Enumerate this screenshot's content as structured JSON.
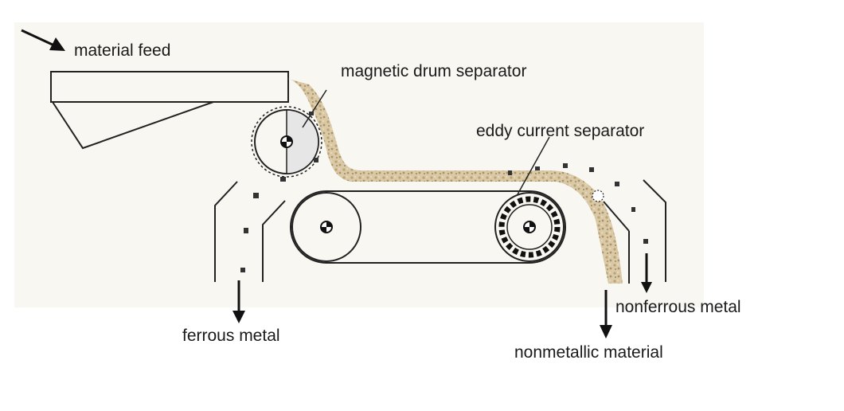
{
  "labels": {
    "material_feed": "material feed",
    "magnetic_drum_separator": "magnetic drum separator",
    "eddy_current_separator": "eddy current separator",
    "ferrous_metal": "ferrous metal",
    "nonferrous_metal": "nonferrous metal",
    "nonmetallic_material": "nonmetallic material"
  },
  "colors": {
    "background_panel": "#f8f7f2",
    "material_stream": "#c9b48c",
    "drum_fill": "#e6e6e6"
  }
}
